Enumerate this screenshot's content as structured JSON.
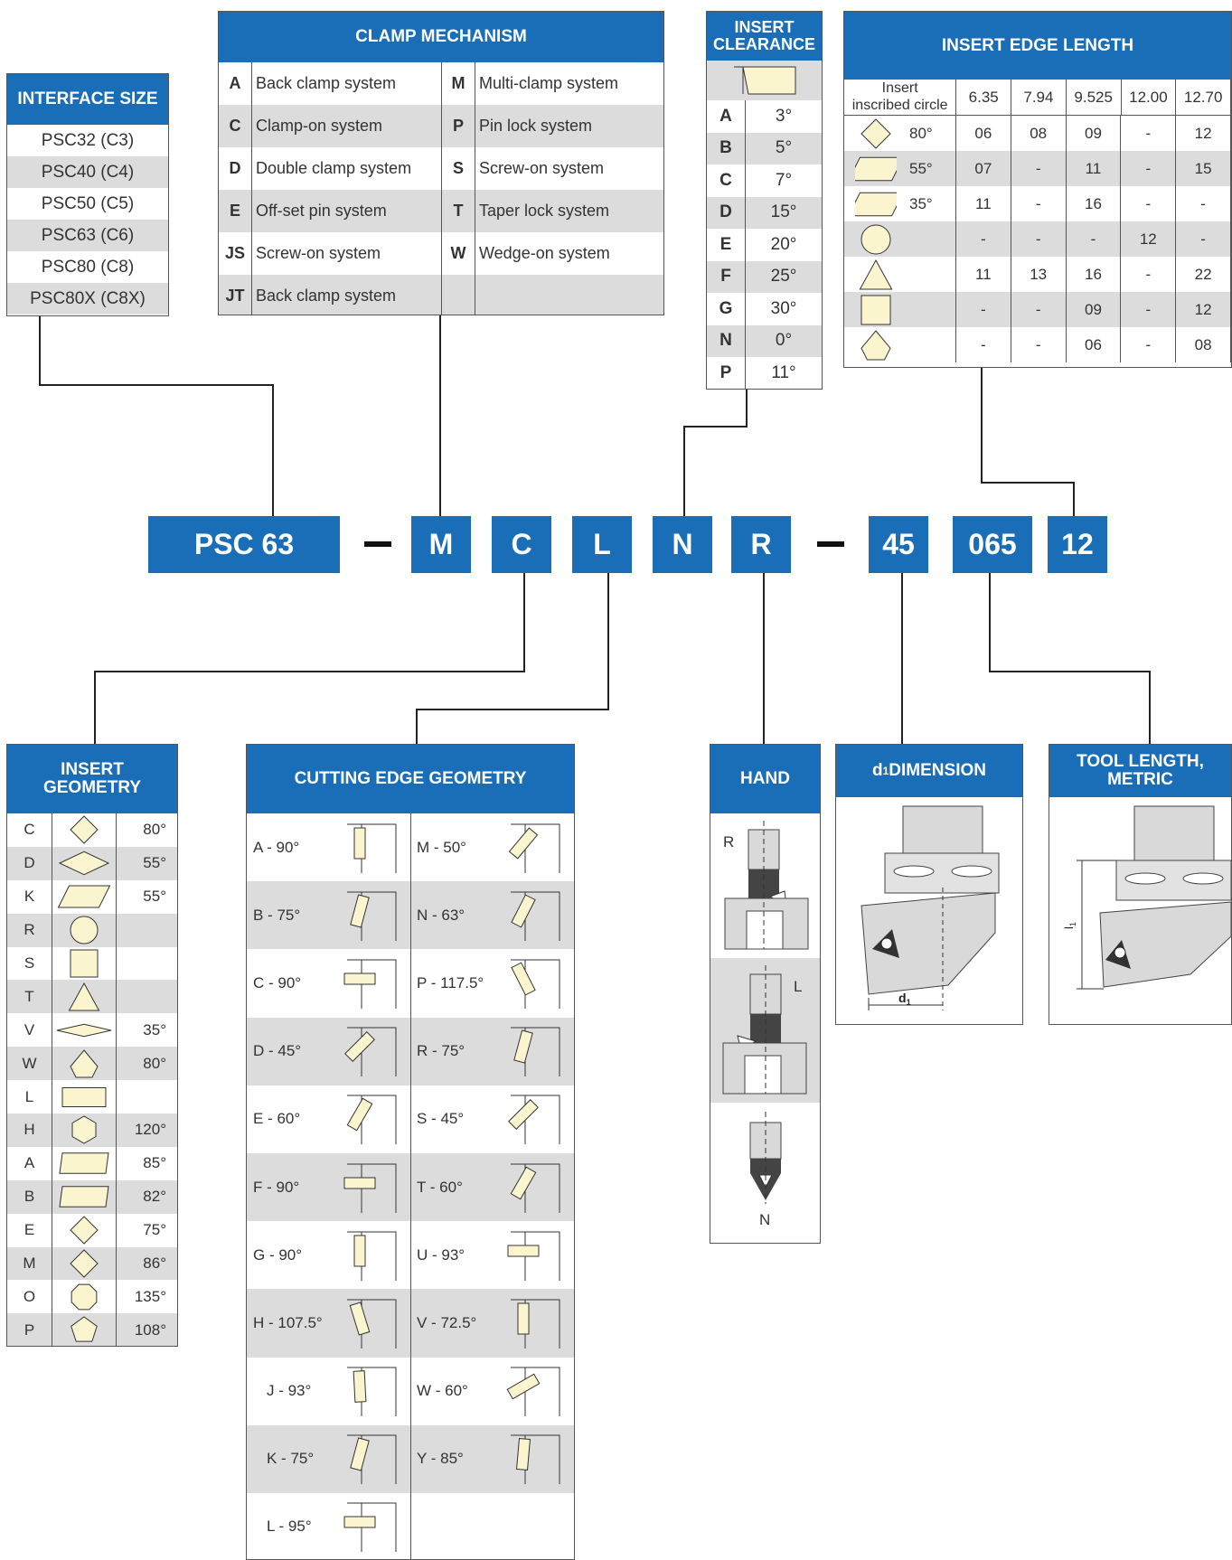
{
  "code": {
    "interface": "PSC 63",
    "clamp": "M",
    "geometry": "C",
    "edge": "L",
    "clearance": "N",
    "hand": "R",
    "d1": "45",
    "length": "065",
    "edge_len": "12"
  },
  "interface_size": {
    "title": "INTERFACE SIZE",
    "items": [
      "PSC32 (C3)",
      "PSC40 (C4)",
      "PSC50 (C5)",
      "PSC63 (C6)",
      "PSC80 (C8)",
      "PSC80X (C8X)"
    ]
  },
  "clamp": {
    "title": "CLAMP MECHANISM",
    "rows": [
      {
        "c1": "A",
        "t1": "Back clamp system",
        "c2": "M",
        "t2": "Multi-clamp system"
      },
      {
        "c1": "C",
        "t1": "Clamp-on system",
        "c2": "P",
        "t2": "Pin lock system"
      },
      {
        "c1": "D",
        "t1": "Double clamp system",
        "c2": "S",
        "t2": "Screw-on system"
      },
      {
        "c1": "E",
        "t1": "Off-set pin system",
        "c2": "T",
        "t2": "Taper lock system"
      },
      {
        "c1": "JS",
        "t1": "Screw-on system",
        "c2": "W",
        "t2": "Wedge-on system"
      },
      {
        "c1": "JT",
        "t1": "Back clamp system",
        "c2": "",
        "t2": ""
      }
    ]
  },
  "clearance": {
    "title1": "INSERT",
    "title2": "CLEARANCE",
    "rows": [
      {
        "code": "A",
        "angle": "3°"
      },
      {
        "code": "B",
        "angle": "5°"
      },
      {
        "code": "C",
        "angle": "7°"
      },
      {
        "code": "D",
        "angle": "15°"
      },
      {
        "code": "E",
        "angle": "20°"
      },
      {
        "code": "F",
        "angle": "25°"
      },
      {
        "code": "G",
        "angle": "30°"
      },
      {
        "code": "N",
        "angle": "0°"
      },
      {
        "code": "P",
        "angle": "11°"
      }
    ]
  },
  "edge_length": {
    "title": "INSERT EDGE LENGTH",
    "corner_label1": "Insert",
    "corner_label2": "inscribed circle",
    "columns": [
      "6.35",
      "7.94",
      "9.525",
      "12.00",
      "12.70"
    ],
    "rows": [
      {
        "shape": "rhombus-80-icon",
        "angle": "80°",
        "v": [
          "06",
          "08",
          "09",
          "-",
          "12"
        ]
      },
      {
        "shape": "rhombus-55-icon",
        "angle": "55°",
        "v": [
          "07",
          "-",
          "11",
          "-",
          "15"
        ]
      },
      {
        "shape": "rhombus-35-icon",
        "angle": "35°",
        "v": [
          "11",
          "-",
          "16",
          "-",
          "-"
        ]
      },
      {
        "shape": "round-icon",
        "angle": "",
        "v": [
          "-",
          "-",
          "-",
          "12",
          "-"
        ]
      },
      {
        "shape": "triangle-icon",
        "angle": "",
        "v": [
          "11",
          "13",
          "16",
          "-",
          "22"
        ]
      },
      {
        "shape": "square-icon",
        "angle": "",
        "v": [
          "-",
          "-",
          "09",
          "-",
          "12"
        ]
      },
      {
        "shape": "trigon-icon",
        "angle": "",
        "v": [
          "-",
          "-",
          "06",
          "-",
          "08"
        ]
      }
    ]
  },
  "geometry": {
    "title1": "INSERT",
    "title2": "GEOMETRY",
    "rows": [
      {
        "code": "C",
        "shape": "rhombus-80",
        "angle": "80°"
      },
      {
        "code": "D",
        "shape": "rhombus-55",
        "angle": "55°"
      },
      {
        "code": "K",
        "shape": "parallelogram-55",
        "angle": "55°"
      },
      {
        "code": "R",
        "shape": "round",
        "angle": ""
      },
      {
        "code": "S",
        "shape": "square",
        "angle": ""
      },
      {
        "code": "T",
        "shape": "triangle",
        "angle": ""
      },
      {
        "code": "V",
        "shape": "rhombus-35",
        "angle": "35°"
      },
      {
        "code": "W",
        "shape": "trigon",
        "angle": "80°"
      },
      {
        "code": "L",
        "shape": "rectangle",
        "angle": ""
      },
      {
        "code": "H",
        "shape": "hexagon",
        "angle": "120°"
      },
      {
        "code": "A",
        "shape": "parallelogram-85",
        "angle": "85°"
      },
      {
        "code": "B",
        "shape": "parallelogram-82",
        "angle": "82°"
      },
      {
        "code": "E",
        "shape": "rhombus-75",
        "angle": "75°"
      },
      {
        "code": "M",
        "shape": "rhombus-86",
        "angle": "86°"
      },
      {
        "code": "O",
        "shape": "octagon",
        "angle": "135°"
      },
      {
        "code": "P",
        "shape": "pentagon",
        "angle": "108°"
      }
    ]
  },
  "cutting_edge": {
    "title": "CUTTING EDGE GEOMETRY",
    "rows": [
      {
        "l": "A - 90°",
        "r": "M - 50°"
      },
      {
        "l": "B - 75°",
        "r": "N - 63°"
      },
      {
        "l": "C - 90°",
        "r": "P - 117.5°"
      },
      {
        "l": "D - 45°",
        "r": "R - 75°"
      },
      {
        "l": "E - 60°",
        "r": "S - 45°"
      },
      {
        "l": "F - 90°",
        "r": "T - 60°"
      },
      {
        "l": "G - 90°",
        "r": "U - 93°"
      },
      {
        "l": "H - 107.5°",
        "r": "V - 72.5°"
      },
      {
        "l": "J - 93°",
        "r": "W - 60°"
      },
      {
        "l": "K - 75°",
        "r": "Y - 85°"
      },
      {
        "l": "L - 95°",
        "r": ""
      }
    ]
  },
  "hand": {
    "title": "HAND",
    "items": [
      "R",
      "L",
      "N"
    ]
  },
  "d1": {
    "title_main": "d",
    "title_sub": "1",
    "title_rest": " DIMENSION",
    "label_main": "d",
    "label_sub": "1"
  },
  "tool_length": {
    "title1": "TOOL LENGTH,",
    "title2": "METRIC",
    "label_main": "l",
    "label_sub": "1"
  },
  "colors": {
    "accent": "#1a6eb8",
    "insert": "#fbf5cf",
    "shade": "#dcdcdc"
  }
}
